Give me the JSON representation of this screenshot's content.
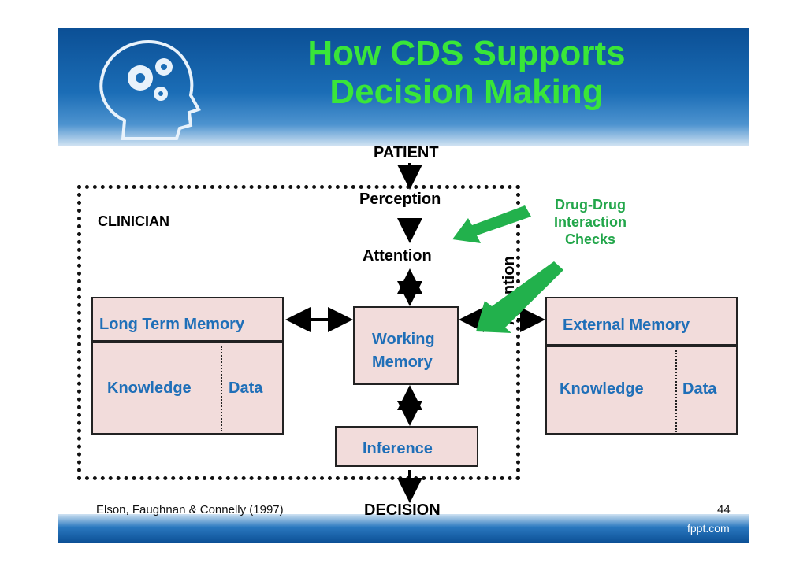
{
  "slide": {
    "title_line1": "How CDS Supports",
    "title_line2": "Decision Making",
    "patient": "PATIENT",
    "perception": "Perception",
    "attention": "Attention",
    "clinician": "CLINICIAN",
    "working_memory_line1": "Working",
    "working_memory_line2": "Memory",
    "inference": "Inference",
    "decision": "DECISION",
    "attention_side": "Attention",
    "ddi_line1": "Drug-Drug",
    "ddi_line2": "Interaction",
    "ddi_line3": "Checks",
    "citation": "Elson, Faughnan & Connelly (1997)",
    "page_number": "44",
    "watermark": "fppt.com"
  },
  "long_term_memory": {
    "title": "Long Term Memory",
    "knowledge": "Knowledge",
    "data": "Data"
  },
  "external_memory": {
    "title": "External Memory",
    "knowledge": "Knowledge",
    "data": "Data"
  },
  "colors": {
    "title": "#39e639",
    "header_blue": "#1b6db6",
    "box_fill": "#f2dcdb",
    "box_text": "#1f6fb8",
    "green_arrow": "#22b14c",
    "green_text": "#22a64a"
  }
}
